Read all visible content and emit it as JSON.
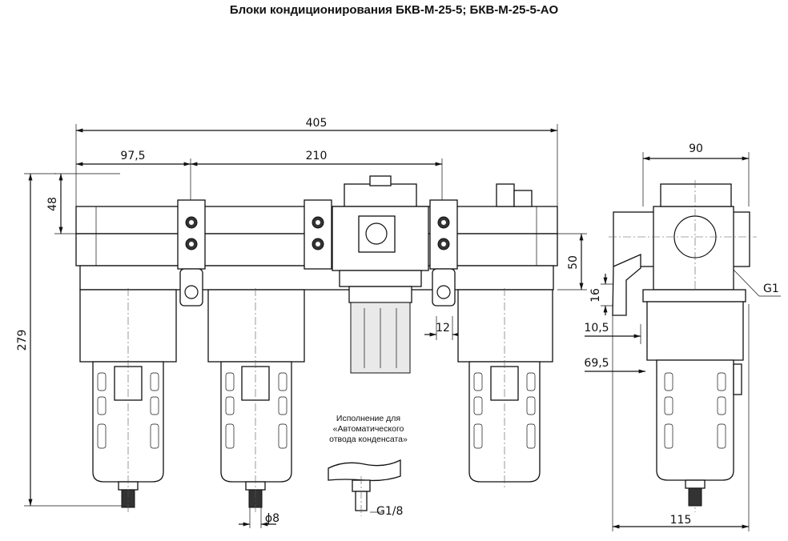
{
  "title": "Блоки кондиционирования БКВ-М-25-5; БКВ-М-25-5-АО",
  "dimensions": {
    "overall_width": "405",
    "offset": "97,5",
    "span": "210",
    "top_height": "48",
    "total_height": "279",
    "flange": "50",
    "gap": "12",
    "thread_dia": "ϕ8",
    "side_width": "90",
    "side_depth": "115",
    "port": "G1",
    "d16": "16",
    "d10_5": "10,5",
    "d69_5": "69,5"
  },
  "auto_drain_note": {
    "line1": "Исполнение для",
    "line2": "«Автоматического",
    "line3": "отвода конденсата»",
    "thread": "G1/8"
  }
}
